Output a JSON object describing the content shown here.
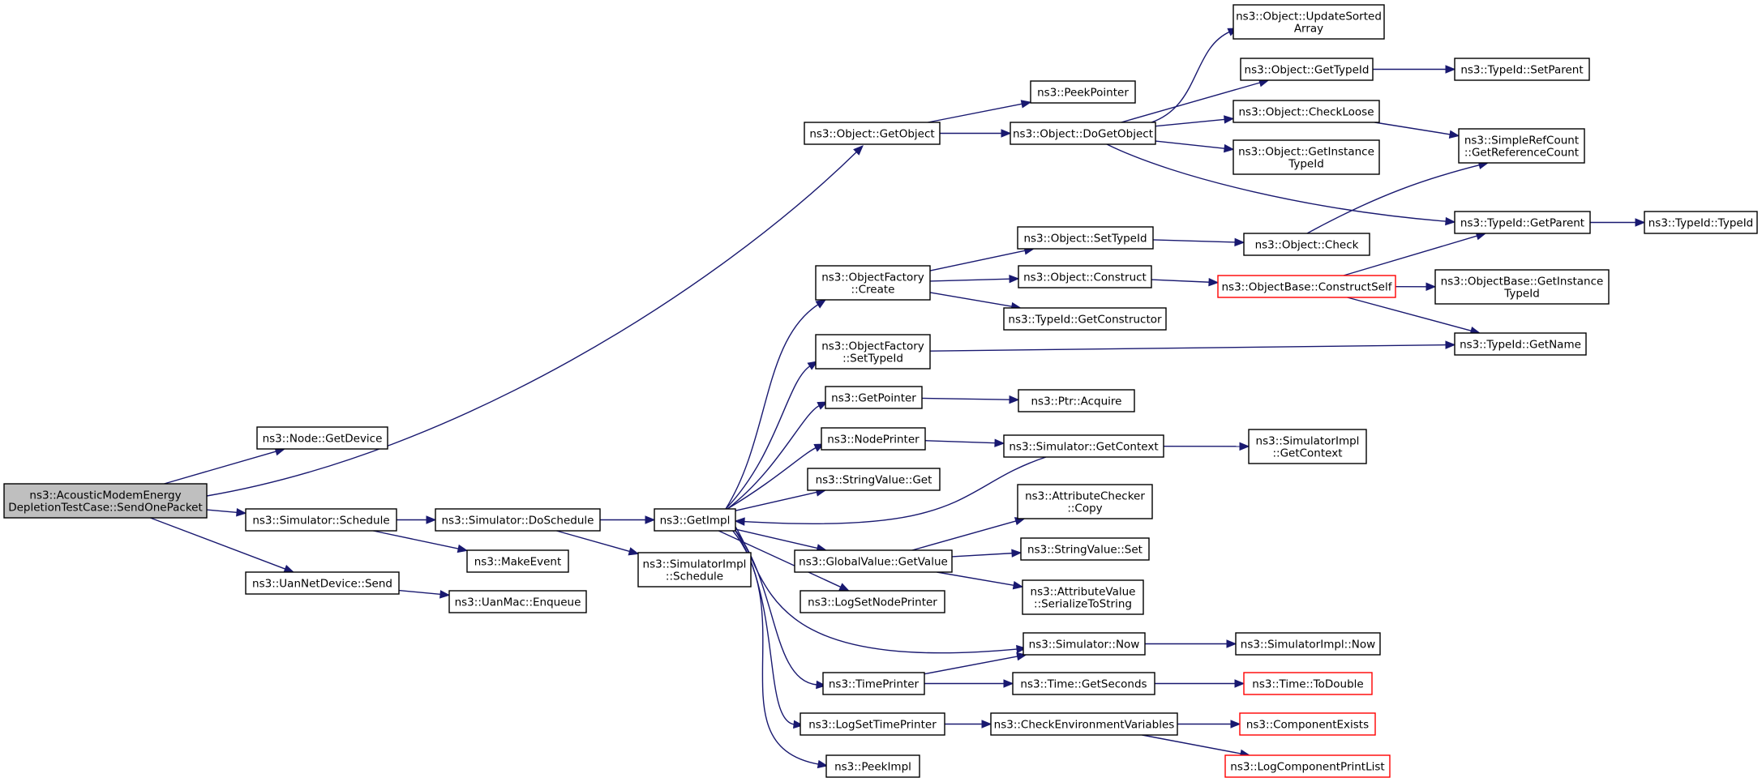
{
  "nodes": [
    {
      "id": "n0",
      "lines": [
        "ns3::AcousticModemEnergy",
        "DepletionTestCase::SendOnePacket"
      ],
      "fill": "#bfbfbf",
      "stroke": "#000000"
    },
    {
      "id": "n1",
      "lines": [
        "ns3::Node::GetDevice"
      ],
      "fill": "#ffffff",
      "stroke": "#000000"
    },
    {
      "id": "n2",
      "lines": [
        "ns3::Object::GetObject"
      ],
      "fill": "#ffffff",
      "stroke": "#000000"
    },
    {
      "id": "n3",
      "lines": [
        "ns3::Simulator::Schedule"
      ],
      "fill": "#ffffff",
      "stroke": "#000000"
    },
    {
      "id": "n4",
      "lines": [
        "ns3::UanNetDevice::Send"
      ],
      "fill": "#ffffff",
      "stroke": "#000000"
    },
    {
      "id": "n5",
      "lines": [
        "ns3::PeekPointer"
      ],
      "fill": "#ffffff",
      "stroke": "#000000"
    },
    {
      "id": "n6",
      "lines": [
        "ns3::Object::DoGetObject"
      ],
      "fill": "#ffffff",
      "stroke": "#000000"
    },
    {
      "id": "n7",
      "lines": [
        "ns3::Object::UpdateSorted",
        "Array"
      ],
      "fill": "#ffffff",
      "stroke": "#000000"
    },
    {
      "id": "n8",
      "lines": [
        "ns3::Object::GetTypeId"
      ],
      "fill": "#ffffff",
      "stroke": "#000000"
    },
    {
      "id": "n9",
      "lines": [
        "ns3::Object::CheckLoose"
      ],
      "fill": "#ffffff",
      "stroke": "#000000"
    },
    {
      "id": "n10",
      "lines": [
        "ns3::Object::GetInstance",
        "TypeId"
      ],
      "fill": "#ffffff",
      "stroke": "#000000"
    },
    {
      "id": "n11",
      "lines": [
        "ns3::TypeId::GetParent"
      ],
      "fill": "#ffffff",
      "stroke": "#000000"
    },
    {
      "id": "n12",
      "lines": [
        "ns3::TypeId::SetParent"
      ],
      "fill": "#ffffff",
      "stroke": "#000000"
    },
    {
      "id": "n13",
      "lines": [
        "ns3::SimpleRefCount",
        "::GetReferenceCount"
      ],
      "fill": "#ffffff",
      "stroke": "#000000"
    },
    {
      "id": "n14",
      "lines": [
        "ns3::TypeId::TypeId"
      ],
      "fill": "#ffffff",
      "stroke": "#000000"
    },
    {
      "id": "n15",
      "lines": [
        "ns3::Simulator::DoSchedule"
      ],
      "fill": "#ffffff",
      "stroke": "#000000"
    },
    {
      "id": "n16",
      "lines": [
        "ns3::MakeEvent"
      ],
      "fill": "#ffffff",
      "stroke": "#000000"
    },
    {
      "id": "n17",
      "lines": [
        "ns3::GetImpl"
      ],
      "fill": "#ffffff",
      "stroke": "#000000"
    },
    {
      "id": "n18",
      "lines": [
        "ns3::SimulatorImpl",
        "::Schedule"
      ],
      "fill": "#ffffff",
      "stroke": "#000000"
    },
    {
      "id": "n19",
      "lines": [
        "ns3::ObjectFactory",
        "::Create"
      ],
      "fill": "#ffffff",
      "stroke": "#000000"
    },
    {
      "id": "n20",
      "lines": [
        "ns3::ObjectFactory",
        "::SetTypeId"
      ],
      "fill": "#ffffff",
      "stroke": "#000000"
    },
    {
      "id": "n21",
      "lines": [
        "ns3::GetPointer"
      ],
      "fill": "#ffffff",
      "stroke": "#000000"
    },
    {
      "id": "n22",
      "lines": [
        "ns3::NodePrinter"
      ],
      "fill": "#ffffff",
      "stroke": "#000000"
    },
    {
      "id": "n23",
      "lines": [
        "ns3::StringValue::Get"
      ],
      "fill": "#ffffff",
      "stroke": "#000000"
    },
    {
      "id": "n24",
      "lines": [
        "ns3::GlobalValue::GetValue"
      ],
      "fill": "#ffffff",
      "stroke": "#000000"
    },
    {
      "id": "n25",
      "lines": [
        "ns3::LogSetNodePrinter"
      ],
      "fill": "#ffffff",
      "stroke": "#000000"
    },
    {
      "id": "n26",
      "lines": [
        "ns3::TimePrinter"
      ],
      "fill": "#ffffff",
      "stroke": "#000000"
    },
    {
      "id": "n27",
      "lines": [
        "ns3::LogSetTimePrinter"
      ],
      "fill": "#ffffff",
      "stroke": "#000000"
    },
    {
      "id": "n28",
      "lines": [
        "ns3::PeekImpl"
      ],
      "fill": "#ffffff",
      "stroke": "#000000"
    },
    {
      "id": "n29",
      "lines": [
        "ns3::Object::SetTypeId"
      ],
      "fill": "#ffffff",
      "stroke": "#000000"
    },
    {
      "id": "n30",
      "lines": [
        "ns3::Object::Construct"
      ],
      "fill": "#ffffff",
      "stroke": "#000000"
    },
    {
      "id": "n31",
      "lines": [
        "ns3::TypeId::GetConstructor"
      ],
      "fill": "#ffffff",
      "stroke": "#000000"
    },
    {
      "id": "n32",
      "lines": [
        "ns3::Ptr::Acquire"
      ],
      "fill": "#ffffff",
      "stroke": "#000000"
    },
    {
      "id": "n33",
      "lines": [
        "ns3::Simulator::GetContext"
      ],
      "fill": "#ffffff",
      "stroke": "#000000"
    },
    {
      "id": "n34",
      "lines": [
        "ns3::AttributeChecker",
        "::Copy"
      ],
      "fill": "#ffffff",
      "stroke": "#000000"
    },
    {
      "id": "n35",
      "lines": [
        "ns3::StringValue::Set"
      ],
      "fill": "#ffffff",
      "stroke": "#000000"
    },
    {
      "id": "n36",
      "lines": [
        "ns3::AttributeValue",
        "::SerializeToString"
      ],
      "fill": "#ffffff",
      "stroke": "#000000"
    },
    {
      "id": "n37",
      "lines": [
        "ns3::Simulator::Now"
      ],
      "fill": "#ffffff",
      "stroke": "#000000"
    },
    {
      "id": "n38",
      "lines": [
        "ns3::Time::GetSeconds"
      ],
      "fill": "#ffffff",
      "stroke": "#000000"
    },
    {
      "id": "n39",
      "lines": [
        "ns3::CheckEnvironmentVariables"
      ],
      "fill": "#ffffff",
      "stroke": "#000000"
    },
    {
      "id": "n40",
      "lines": [
        "ns3::Object::Check"
      ],
      "fill": "#ffffff",
      "stroke": "#000000"
    },
    {
      "id": "n41",
      "lines": [
        "ns3::ObjectBase::ConstructSelf"
      ],
      "fill": "#ffffff",
      "stroke": "#ff0000"
    },
    {
      "id": "n42",
      "lines": [
        "ns3::SimulatorImpl",
        "::GetContext"
      ],
      "fill": "#ffffff",
      "stroke": "#000000"
    },
    {
      "id": "n43",
      "lines": [
        "ns3::SimulatorImpl::Now"
      ],
      "fill": "#ffffff",
      "stroke": "#000000"
    },
    {
      "id": "n44",
      "lines": [
        "ns3::Time::ToDouble"
      ],
      "fill": "#ffffff",
      "stroke": "#ff0000"
    },
    {
      "id": "n45",
      "lines": [
        "ns3::ComponentExists"
      ],
      "fill": "#ffffff",
      "stroke": "#ff0000"
    },
    {
      "id": "n46",
      "lines": [
        "ns3::LogComponentPrintList"
      ],
      "fill": "#ffffff",
      "stroke": "#ff0000"
    },
    {
      "id": "n47",
      "lines": [
        "ns3::ObjectBase::GetInstance",
        "TypeId"
      ],
      "fill": "#ffffff",
      "stroke": "#000000"
    },
    {
      "id": "n48",
      "lines": [
        "ns3::TypeId::GetName"
      ],
      "fill": "#ffffff",
      "stroke": "#000000"
    },
    {
      "id": "n49",
      "lines": [
        "ns3::UanMac::Enqueue"
      ],
      "fill": "#ffffff",
      "stroke": "#000000"
    }
  ],
  "edges": [
    {
      "from": "n0",
      "to": "n1"
    },
    {
      "from": "n0",
      "to": "n2"
    },
    {
      "from": "n0",
      "to": "n3"
    },
    {
      "from": "n0",
      "to": "n4"
    },
    {
      "from": "n2",
      "to": "n5"
    },
    {
      "from": "n2",
      "to": "n6"
    },
    {
      "from": "n6",
      "to": "n7"
    },
    {
      "from": "n6",
      "to": "n8"
    },
    {
      "from": "n6",
      "to": "n9"
    },
    {
      "from": "n6",
      "to": "n10"
    },
    {
      "from": "n6",
      "to": "n11"
    },
    {
      "from": "n8",
      "to": "n12"
    },
    {
      "from": "n9",
      "to": "n13"
    },
    {
      "from": "n11",
      "to": "n14"
    },
    {
      "from": "n3",
      "to": "n15"
    },
    {
      "from": "n3",
      "to": "n16"
    },
    {
      "from": "n15",
      "to": "n17"
    },
    {
      "from": "n15",
      "to": "n18"
    },
    {
      "from": "n17",
      "to": "n19"
    },
    {
      "from": "n17",
      "to": "n20"
    },
    {
      "from": "n17",
      "to": "n21"
    },
    {
      "from": "n17",
      "to": "n22"
    },
    {
      "from": "n17",
      "to": "n23"
    },
    {
      "from": "n17",
      "to": "n24"
    },
    {
      "from": "n17",
      "to": "n25"
    },
    {
      "from": "n17",
      "to": "n37"
    },
    {
      "from": "n17",
      "to": "n26"
    },
    {
      "from": "n17",
      "to": "n27"
    },
    {
      "from": "n17",
      "to": "n28"
    },
    {
      "from": "n33",
      "to": "n17"
    },
    {
      "from": "n19",
      "to": "n29"
    },
    {
      "from": "n19",
      "to": "n30"
    },
    {
      "from": "n19",
      "to": "n31"
    },
    {
      "from": "n29",
      "to": "n40"
    },
    {
      "from": "n40",
      "to": "n13"
    },
    {
      "from": "n30",
      "to": "n41"
    },
    {
      "from": "n41",
      "to": "n11"
    },
    {
      "from": "n41",
      "to": "n47"
    },
    {
      "from": "n41",
      "to": "n48"
    },
    {
      "from": "n20",
      "to": "n48"
    },
    {
      "from": "n21",
      "to": "n32"
    },
    {
      "from": "n22",
      "to": "n33"
    },
    {
      "from": "n33",
      "to": "n42"
    },
    {
      "from": "n24",
      "to": "n34"
    },
    {
      "from": "n24",
      "to": "n35"
    },
    {
      "from": "n24",
      "to": "n36"
    },
    {
      "from": "n37",
      "to": "n43"
    },
    {
      "from": "n26",
      "to": "n37"
    },
    {
      "from": "n26",
      "to": "n38"
    },
    {
      "from": "n38",
      "to": "n44"
    },
    {
      "from": "n27",
      "to": "n39"
    },
    {
      "from": "n39",
      "to": "n45"
    },
    {
      "from": "n39",
      "to": "n46"
    },
    {
      "from": "n4",
      "to": "n49"
    }
  ]
}
